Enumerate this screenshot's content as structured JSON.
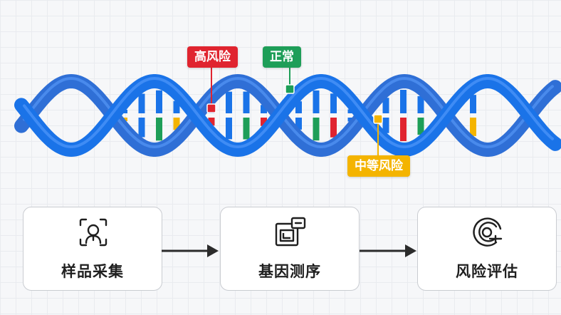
{
  "colors": {
    "strand_front": "#1a73e8",
    "strand_back": "#2f6fd6",
    "high_risk": "#e0242f",
    "normal": "#1e9e58",
    "medium_risk": "#f4b400",
    "base_blue": "#1a73e8"
  },
  "tags": {
    "high_risk": "高风险",
    "normal": "正常",
    "medium_risk": "中等风险"
  },
  "steps": [
    {
      "label": "样品采集",
      "icon": "sample-scanner-icon"
    },
    {
      "label": "基因测序",
      "icon": "sequencing-device-icon"
    },
    {
      "label": "风险评估",
      "icon": "risk-assessment-icon"
    }
  ],
  "helix": {
    "base_pairs": [
      "red",
      "yellow",
      "blue",
      "green",
      "yellow",
      "blue",
      "red",
      "blue",
      "green",
      "red",
      "yellow",
      "blue",
      "green",
      "red",
      "blue",
      "green",
      "blue",
      "red",
      "green",
      "red",
      "blue",
      "yellow"
    ]
  }
}
